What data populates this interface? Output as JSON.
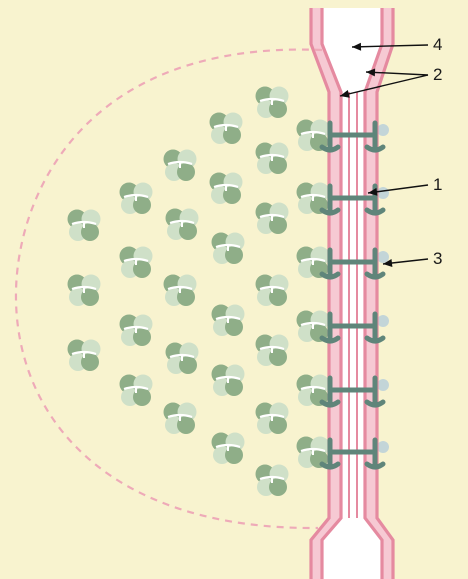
{
  "colors": {
    "background": "#f8f3cf",
    "membrane": "#e58aa0",
    "membrane_light": "#f6c9d3",
    "pore": "#ffffff",
    "boundary": "#eeaab8",
    "ribosome_dark": "#8fae88",
    "ribosome_light": "#cfe0c8",
    "bound_dark": "#7f9ea3",
    "bound_light": "#c3d5d8",
    "anchor": "#5f857a",
    "arrow": "#111111"
  },
  "callouts": [
    {
      "id": "c4",
      "text": "4"
    },
    {
      "id": "c2",
      "text": "2"
    },
    {
      "id": "c1",
      "text": "1"
    },
    {
      "id": "c3",
      "text": "3"
    }
  ]
}
